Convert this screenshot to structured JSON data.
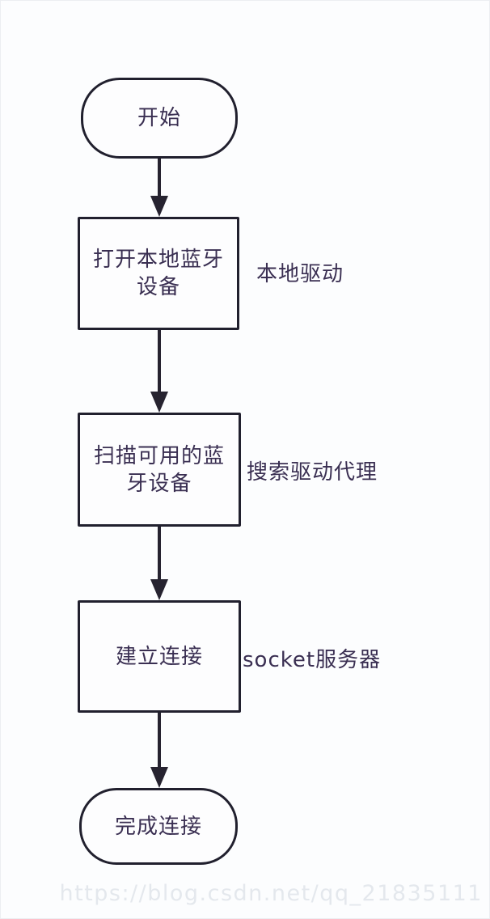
{
  "flowchart": {
    "type": "flowchart",
    "direction": "top-to-bottom",
    "start": {
      "label": "开始",
      "shape": "terminator"
    },
    "step1": {
      "line1": "打开本地蓝牙",
      "line2": "设备",
      "shape": "process",
      "annotation": "本地驱动"
    },
    "step2": {
      "line1": "扫描可用的蓝",
      "line2": "牙设备",
      "shape": "process",
      "annotation": "搜索驱动代理"
    },
    "step3": {
      "label": "建立连接",
      "shape": "process",
      "annotation": "socket服务器"
    },
    "end": {
      "label": "完成连接",
      "shape": "terminator"
    },
    "edges": [
      "start->step1",
      "step1->step2",
      "step2->step3",
      "step3->end"
    ],
    "watermark": "https://blog.csdn.net/qq_21835111"
  },
  "colors": {
    "background": "#fcfdfe",
    "shape_border": "#21202e",
    "shape_fill": "#fdfdfe",
    "text": "#3a2f52",
    "arrow": "#262330",
    "watermark": "#e4e8ed"
  }
}
